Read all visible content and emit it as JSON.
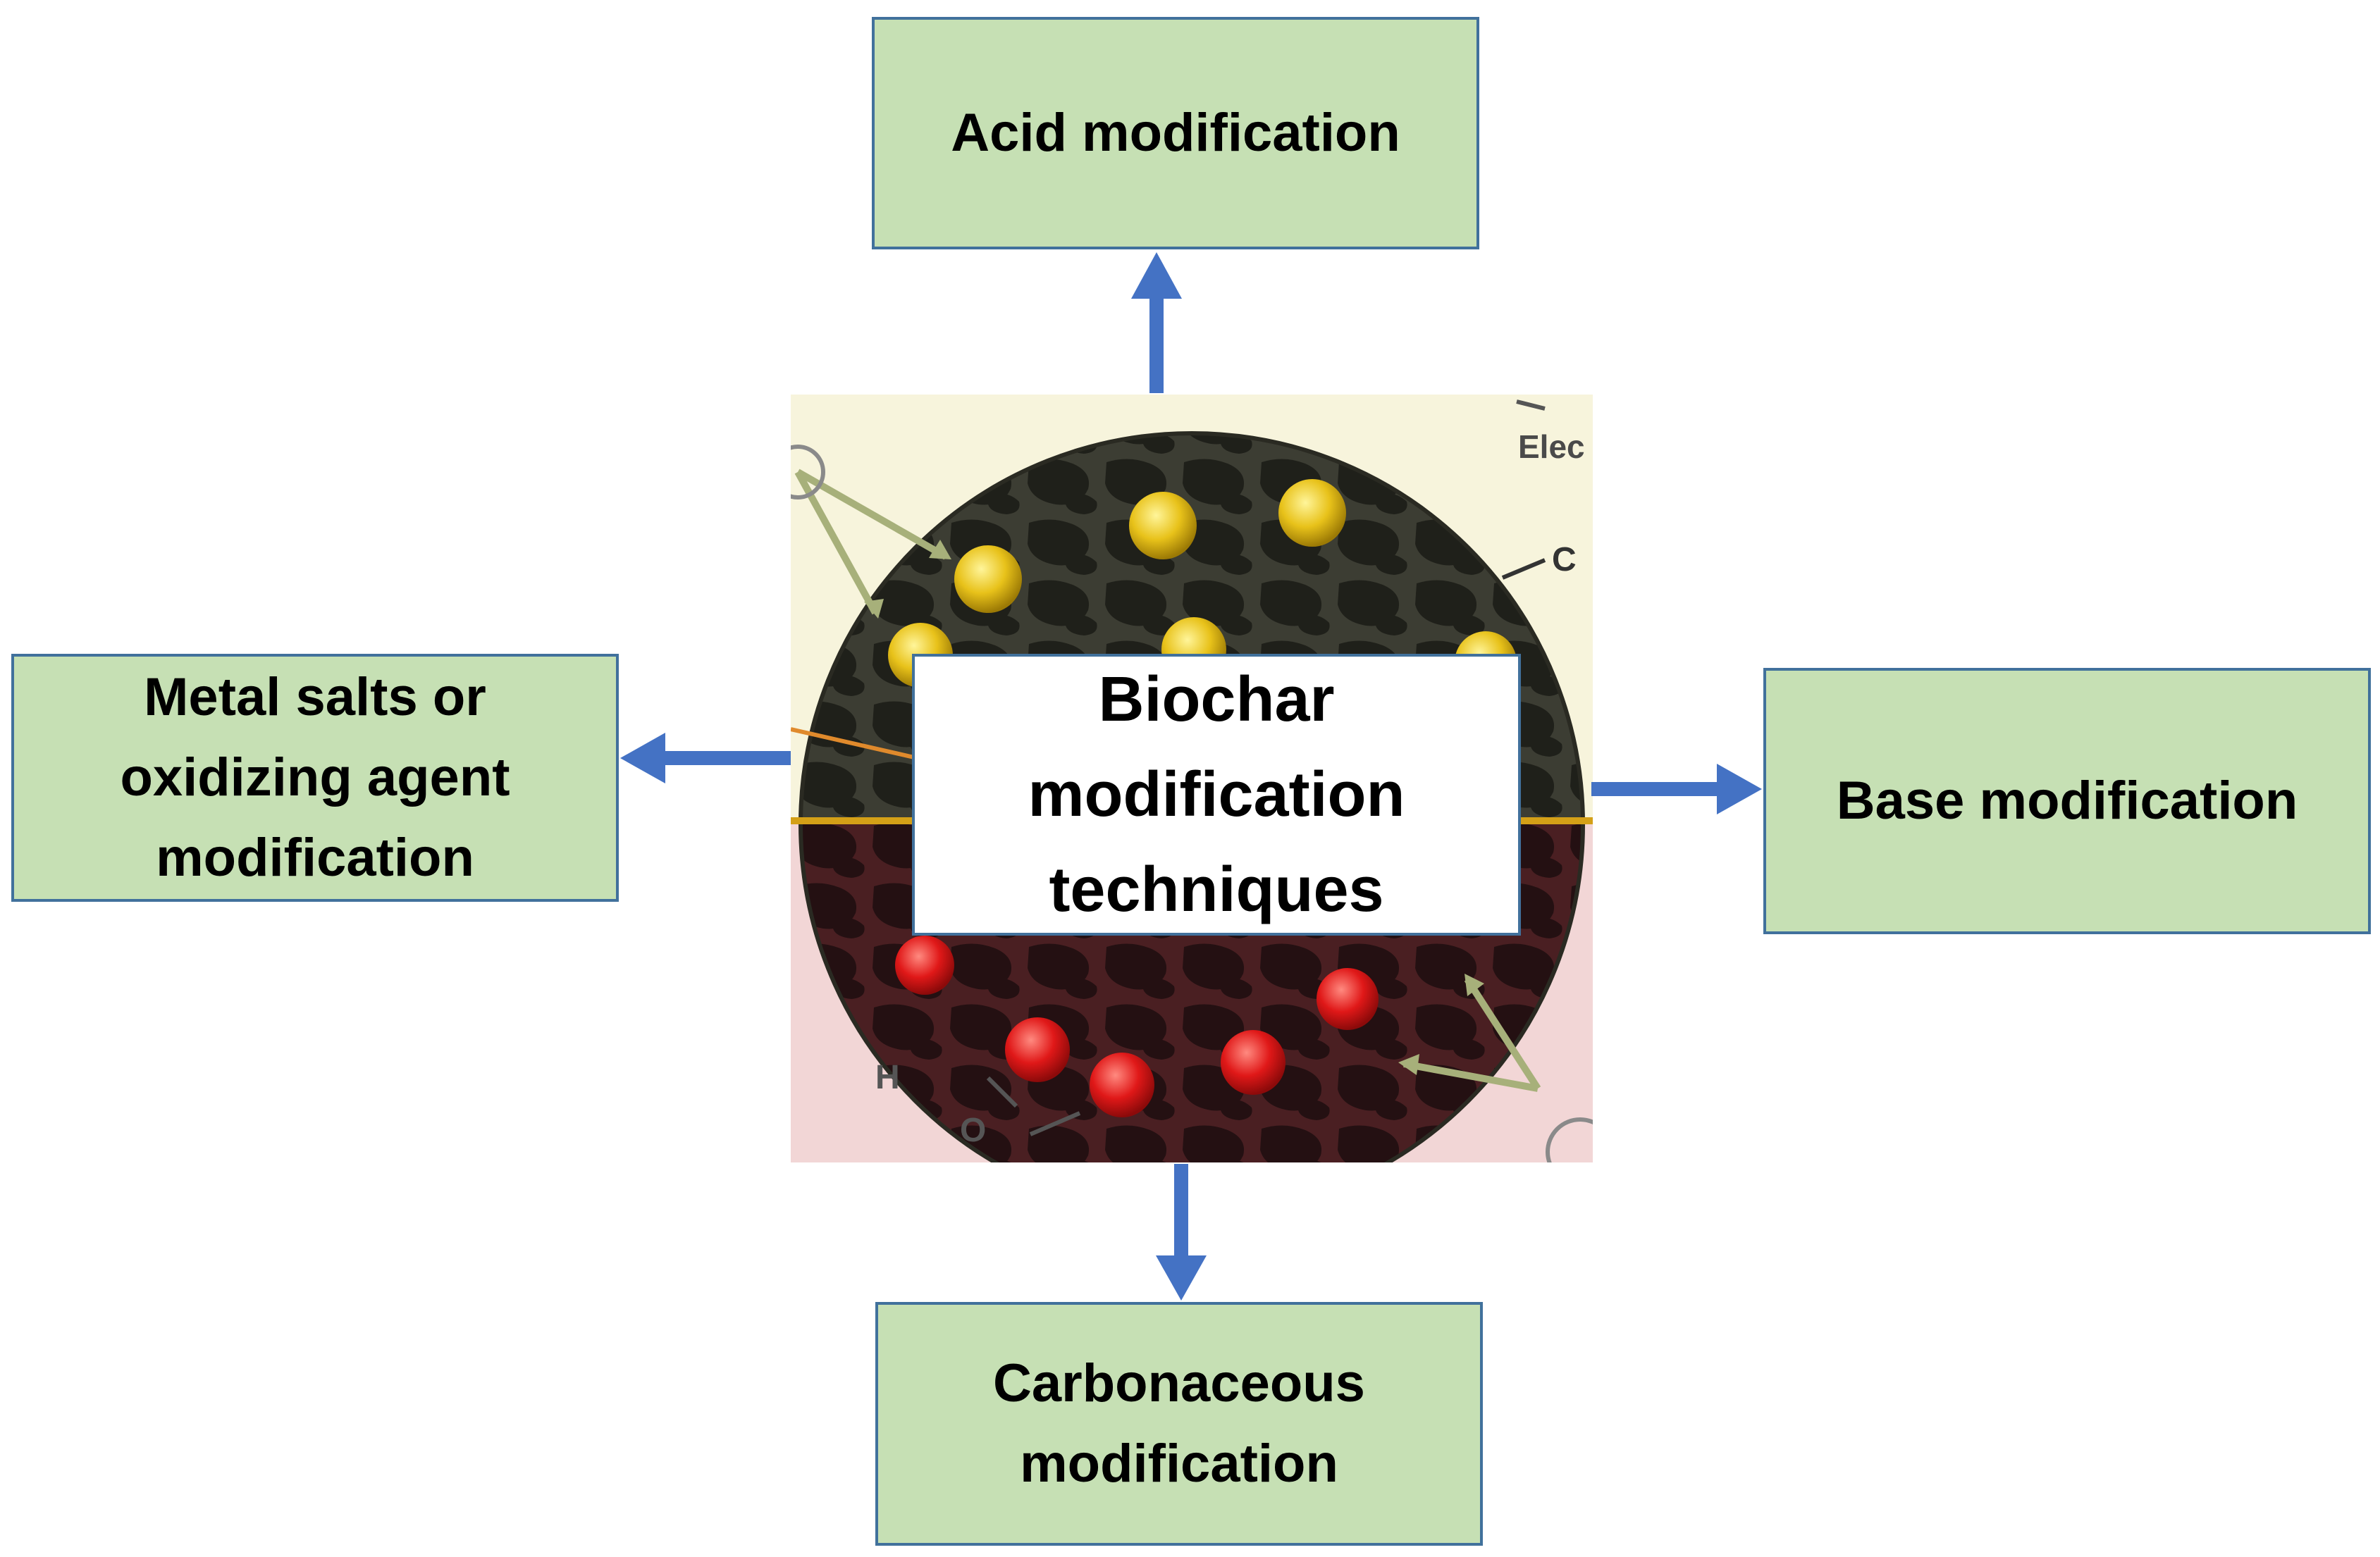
{
  "center": {
    "lines": [
      "Biochar",
      "modification",
      "techniques"
    ],
    "illustration_text": {
      "top_right": "Elec",
      "bond_c": "C",
      "bond_h": "H",
      "bond_o": "O"
    }
  },
  "nodes": {
    "acid": {
      "lines": [
        "Acid modification"
      ]
    },
    "metal": {
      "lines": [
        "Metal salts or",
        "oxidizing agent",
        "modification"
      ]
    },
    "base": {
      "lines": [
        "Base modification"
      ]
    },
    "carbon": {
      "lines": [
        "Carbonaceous",
        "modification"
      ]
    }
  },
  "colors": {
    "node_fill": "#c6e0b4",
    "node_border": "#41719c",
    "arrow": "#4472c4",
    "upper_particles": "#e8c21a",
    "lower_particles": "#e01818",
    "upper_background": "#f7f4dc",
    "lower_background": "#f2d6d6"
  }
}
